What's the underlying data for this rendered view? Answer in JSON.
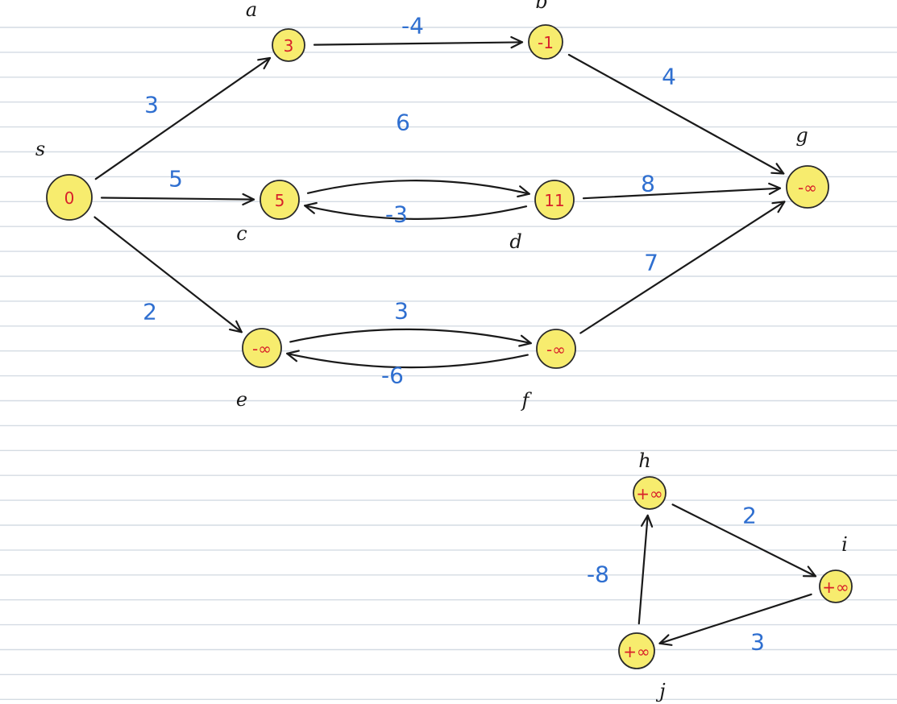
{
  "colors": {
    "paper": "#ffffff",
    "ruled_line": "#d4dbe3",
    "edge": "#1a1a1a",
    "node_fill": "#f7ec6e",
    "node_value": "#d8202a",
    "weight": "#2f6fd0",
    "node_name": "#1a1a1a"
  },
  "nodes": [
    {
      "id": "s",
      "name": "s",
      "value": "0"
    },
    {
      "id": "a",
      "name": "a",
      "value": "3"
    },
    {
      "id": "b",
      "name": "b",
      "value": "-1"
    },
    {
      "id": "c",
      "name": "c",
      "value": "5"
    },
    {
      "id": "d",
      "name": "d",
      "value": "11"
    },
    {
      "id": "g",
      "name": "g",
      "value": "-∞"
    },
    {
      "id": "e",
      "name": "e",
      "value": "-∞"
    },
    {
      "id": "f",
      "name": "f",
      "value": "-∞"
    },
    {
      "id": "h",
      "name": "h",
      "value": "+∞"
    },
    {
      "id": "i",
      "name": "i",
      "value": "+∞"
    },
    {
      "id": "j",
      "name": "j",
      "value": "+∞"
    }
  ],
  "edges": [
    {
      "from": "s",
      "to": "a",
      "weight": "3"
    },
    {
      "from": "s",
      "to": "c",
      "weight": "5"
    },
    {
      "from": "s",
      "to": "e",
      "weight": "2"
    },
    {
      "from": "a",
      "to": "b",
      "weight": "-4"
    },
    {
      "from": "b",
      "to": "g",
      "weight": "4"
    },
    {
      "from": "c",
      "to": "d",
      "weight": "6"
    },
    {
      "from": "d",
      "to": "c",
      "weight": "-3"
    },
    {
      "from": "d",
      "to": "g",
      "weight": "8"
    },
    {
      "from": "e",
      "to": "f",
      "weight": "3"
    },
    {
      "from": "f",
      "to": "e",
      "weight": "-6"
    },
    {
      "from": "f",
      "to": "g",
      "weight": "7"
    },
    {
      "from": "h",
      "to": "i",
      "weight": "2"
    },
    {
      "from": "i",
      "to": "j",
      "weight": "3"
    },
    {
      "from": "j",
      "to": "h",
      "weight": "-8"
    }
  ]
}
